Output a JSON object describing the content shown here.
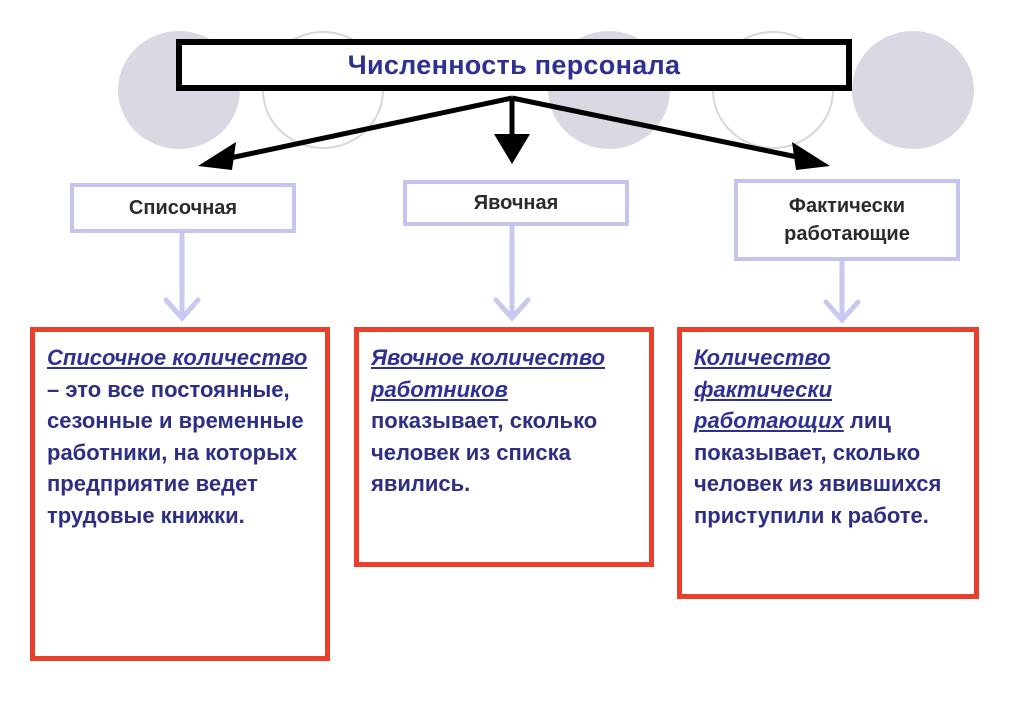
{
  "title": "Численность персонала",
  "categories": [
    {
      "label": "Списочная"
    },
    {
      "label": "Явочная"
    },
    {
      "label_line1": "Фактически",
      "label_line2": "работающие"
    }
  ],
  "definitions": [
    {
      "term": "Списочное количество",
      "rest": " – это все постоянные, сезонные и временные работники, на которых предприятие ведет трудовые книжки."
    },
    {
      "term": "Явочное количество работников",
      "rest": " показывает, сколько человек из списка явились."
    },
    {
      "term": "Количество фактически работающих",
      "rest": " лиц показывает, сколько человек из явившихся приступили к работе."
    }
  ],
  "colors": {
    "title_text": "#2e3192",
    "title_border": "#000000",
    "category_border": "#c4c4f0",
    "definition_border": "#e8402a",
    "definition_text": "#2e2e82",
    "connector": "#c8c8f0",
    "decor_circle": "#d9d9e4"
  }
}
